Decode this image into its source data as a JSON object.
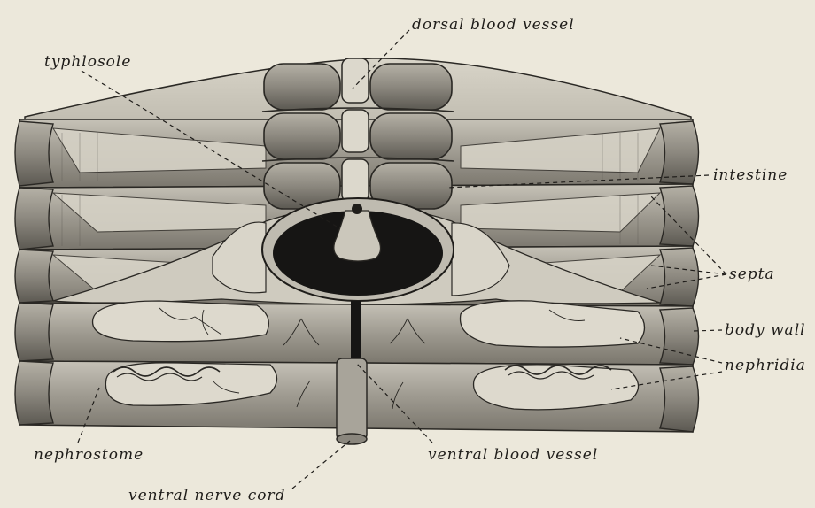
{
  "labels": {
    "dorsal_blood_vessel": "dorsal blood vessel",
    "typhlosole": "typhlosole",
    "intestine": "intestine",
    "septa": "septa",
    "body_wall": "body wall",
    "nephridia": "nephridia",
    "nephrostome": "nephrostome",
    "ventral_blood_vessel": "ventral blood vessel",
    "ventral_nerve_cord": "ventral nerve cord"
  },
  "colors": {
    "paper": "#ece8db",
    "ink": "#1f1d1a",
    "tissue_light": "#d9d5c9",
    "tissue_mid": "#a9a59b",
    "tissue_dark": "#6e6a62",
    "lumen": "#161514"
  }
}
